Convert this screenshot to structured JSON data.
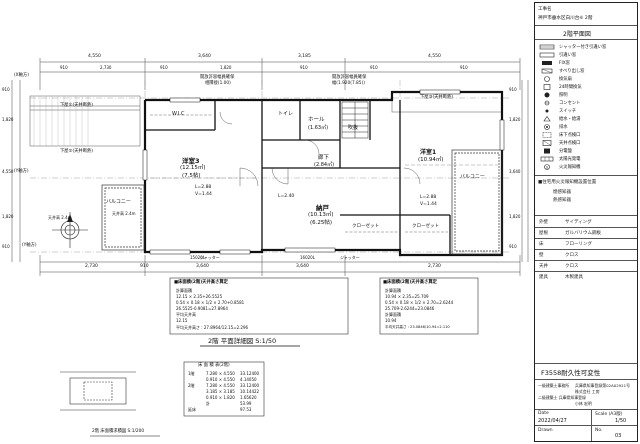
{
  "title_block": {
    "project_label": "工事名",
    "project_name": "神戸市垂水区白川台⑥ 2階",
    "drawing_title": "2階平面図",
    "legend": [
      {
        "label": "シャッター付き引違い窓"
      },
      {
        "label": "引違い窓"
      },
      {
        "label": "FIX窓"
      },
      {
        "label": "すべり出し窓"
      },
      {
        "label": "換気扇"
      },
      {
        "label": "24時間換気"
      },
      {
        "label": "照明"
      },
      {
        "label": "コンセント"
      },
      {
        "label": "スイッチ"
      },
      {
        "label": "給水・給湯"
      },
      {
        "label": "排水"
      },
      {
        "label": "床下点検口"
      },
      {
        "label": "天井点検口"
      },
      {
        "label": "分電盤"
      },
      {
        "label": "太陽光発電"
      },
      {
        "label": "火災報知機"
      }
    ],
    "fire_note_title": "■住宅用火災報知機設置位置",
    "fire_note_lines": [
      "煙感知器",
      "熱感知器"
    ],
    "spec_rows": [
      {
        "label": "外壁",
        "value": "サイディング"
      },
      {
        "label": "屋根",
        "value": "ガルバリウム鋼板"
      },
      {
        "label": "床",
        "value": "フローリング"
      },
      {
        "label": "壁",
        "value": "クロス"
      },
      {
        "label": "天井",
        "value": "クロス"
      },
      {
        "label": "建具",
        "value": "木製建具"
      }
    ],
    "performance": "F3558耐久性可変性",
    "office_lines": [
      "一級建築士事務所",
      "兵庫県知事登録第02A02921号",
      "株式会社 工房",
      "二級建築士 兵庫県知事登録",
      "小林 宏明"
    ],
    "date_label": "Date",
    "date_value": "2022/04/27",
    "scale_label": "Scale (A3版)",
    "scale_value": "1/50",
    "drawn_label": "Drawn",
    "no_label": "No.",
    "no_value": "03"
  },
  "plan": {
    "rooms": [
      {
        "name": "洋室3",
        "area": "(12.15㎡)",
        "tatami": "(7.5帖)"
      },
      {
        "name": "納戸",
        "area": "(10.13㎡)",
        "tatami": "(6.25帖)"
      },
      {
        "name": "ホール",
        "area": "(1.63㎡)"
      },
      {
        "name": "廊下",
        "area": "(2.84㎡)"
      },
      {
        "name": "洋室1",
        "area": "(10.94㎡)"
      },
      {
        "name": "トイレ",
        "area": ""
      },
      {
        "name": "吹抜",
        "area": ""
      },
      {
        "name": "バルコニー",
        "area": ""
      },
      {
        "name": "バルコニー",
        "area": ""
      },
      {
        "name": "クローゼット",
        "area": ""
      },
      {
        "name": "クローゼット",
        "area": ""
      },
      {
        "name": "W.I.C",
        "area": ""
      }
    ],
    "ceiling_labels": [
      "L=2.88",
      "L=2.40",
      "L=2.88",
      "V=1.44",
      "V=1.44"
    ],
    "dim_top": [
      "4,550",
      "3,640",
      "3,185",
      "4,550"
    ],
    "dim_top_total": [
      "910",
      "2,730",
      "910",
      "1,820",
      "910",
      "910",
      "910"
    ],
    "dim_bottom": [
      "2,730",
      "910",
      "3,640",
      "3,640",
      "2,730"
    ],
    "dim_bottom_sub": [
      "15020L",
      "16020L"
    ],
    "dim_left": [
      "910",
      "1,820",
      "4,550",
      "1,820",
      "910"
    ],
    "dim_right": [
      "910",
      "1,820",
      "3,640",
      "1,820",
      "910"
    ],
    "annotations": [
      "開放許容幅員確保",
      "相隣接(1.00)",
      "開放許容幅員確保",
      "幅(1.920(7.85))",
      "下屋①(天井断熱)",
      "下屋②(天井断熱)",
      "下屋③(天井断熱)",
      "ジャッター",
      "ジャッター",
      "(X軸方)",
      "(Y軸方)",
      "(Y軸方)",
      "天井高 2.4m",
      "天井高 2.4m"
    ],
    "notes_left": {
      "title": "■床面積(2階)天井高さ算定",
      "lines": [
        "計算面積",
        "12.15 × 2.35+26.5525",
        "0.54 × 0.18 × 1/2 × 2.70+0.8581",
        "26.5525-0.9081=27.8964",
        "平均天井高",
        "12.15",
        "平均天井高さ : 27.8964/12.15=2.296"
      ]
    },
    "notes_right": {
      "title": "■床面積(2階)天井高さ算定",
      "lines": [
        "計算面積",
        "10.94 × 2.35=25.709",
        "0.54 × 0.18 × 1/2 × 2.70=2.6244",
        "25.709-2.6244=23.0846",
        "計算面積",
        "10.94",
        "平均天井高さ : 23.0846/10.94=2.110"
      ]
    },
    "detail_title": "2階 平面詳細図 S:1/50",
    "area_title": "床 面 積 表(2階)",
    "area_rows": [
      {
        "a": "1階",
        "b": "7.280 × 4.550",
        "c": "33.12400"
      },
      {
        "a": "",
        "b": "0.910 × 4.550",
        "c": "4.14050"
      },
      {
        "a": "2階",
        "b": "7.280 × 4.550",
        "c": "33.12400"
      },
      {
        "a": "",
        "b": "3.185 × 3.185",
        "c": "10.14422"
      },
      {
        "a": "",
        "b": "0.910 × 1.820",
        "c": "1.65620"
      },
      {
        "a": "",
        "b": "計",
        "c": "53.99"
      },
      {
        "a": "延床",
        "b": "",
        "c": "97.53"
      }
    ],
    "small_plan_title": "2階 床面積求積図 S:1/200"
  }
}
